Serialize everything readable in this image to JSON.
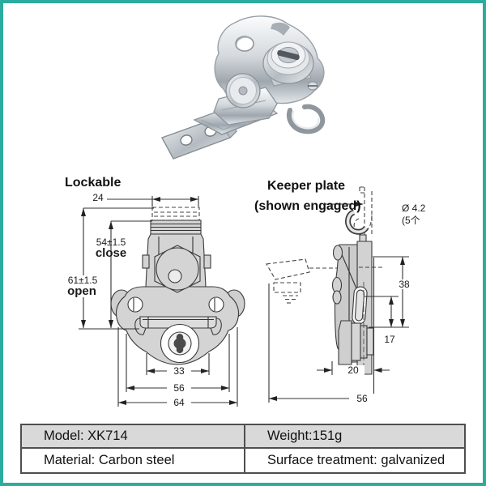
{
  "colors": {
    "accent_border": "#2BAC9F",
    "table_header_bg": "#d9d9d9",
    "drawing_fill": "#d4d4d4"
  },
  "images": {
    "product_photo": "butterfly-draw-latch-with-keeper-photo",
    "front_view": "latch-front-dimension-drawing",
    "side_view": "latch-side-dimension-drawing"
  },
  "left_view": {
    "title": "Lockable",
    "dim_top_width": "24",
    "dim_close_value": "54±1.5",
    "dim_close_word": "close",
    "dim_open_value": "61±1.5",
    "dim_open_word": "open",
    "dim_inner_width": "33",
    "dim_mid_width": "56",
    "dim_outer_width": "64"
  },
  "right_view": {
    "title": "Keeper plate",
    "subtitle": "(shown engaged)",
    "dim_hole_diameter": "Ø 4.2",
    "dim_hole_count": "(5个",
    "dim_height": "38",
    "dim_lower_height": "17",
    "dim_depth": "20",
    "dim_total_depth": "56"
  },
  "spec_table": {
    "rows": [
      [
        "Model: XK714",
        "Weight:151g"
      ],
      [
        "Material: Carbon steel",
        "Surface treatment: galvanized"
      ]
    ]
  }
}
